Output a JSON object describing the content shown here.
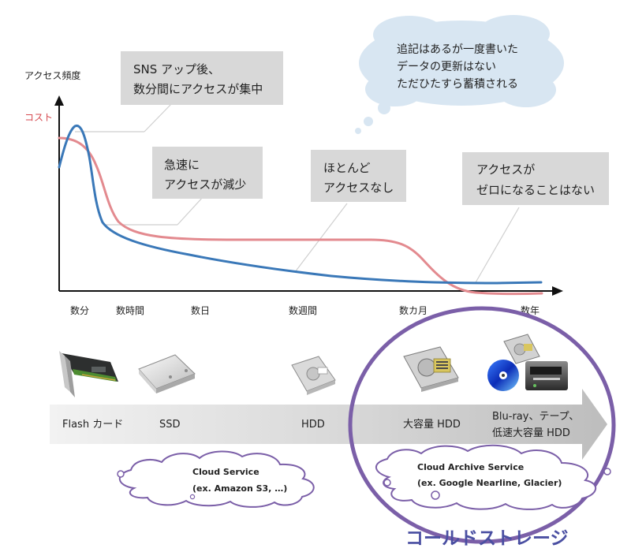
{
  "axis": {
    "y_label": "アクセス頻度",
    "cost_label": "コスト",
    "x_ticks": [
      "数分",
      "数時間",
      "数日",
      "数週間",
      "数カ月",
      "数年"
    ]
  },
  "callouts": {
    "sns": {
      "lines": [
        "SNS アップ後、",
        "数分間にアクセスが集中"
      ]
    },
    "drop": {
      "lines": [
        "急速に",
        "アクセスが減少"
      ]
    },
    "almost_none": {
      "lines": [
        "ほとんど",
        "アクセスなし"
      ]
    },
    "never_zero": {
      "lines": [
        "アクセスが",
        "ゼロになることはない"
      ]
    }
  },
  "thought_bubble": {
    "lines": [
      "追記はあるが一度書いた",
      "データの更新はない",
      "ただひたすら蓄積される"
    ]
  },
  "storage_band": {
    "labels": [
      "Flash カード",
      "SSD",
      "HDD",
      "大容量 HDD",
      "Blu-ray、テープ、",
      "低速大容量 HDD"
    ]
  },
  "cloud_service": {
    "title": "Cloud Service",
    "subtitle": "(ex. Amazon S3, …)"
  },
  "cloud_archive": {
    "title": "Cloud Archive Service",
    "subtitle": "(ex. Google Nearline, Glacier)"
  },
  "highlight": {
    "title": "コールドストレージ"
  },
  "colors": {
    "access_curve": "#3a78b8",
    "cost_curve": "#e38a8f",
    "cost_label": "#d64a50",
    "callout_fill": "#d8d8d8",
    "thought_fill": "#d8e6f2",
    "band_fill": "#dddddd",
    "highlight_stroke": "#7b5fa8",
    "title_fill": "#4a4fa2"
  }
}
